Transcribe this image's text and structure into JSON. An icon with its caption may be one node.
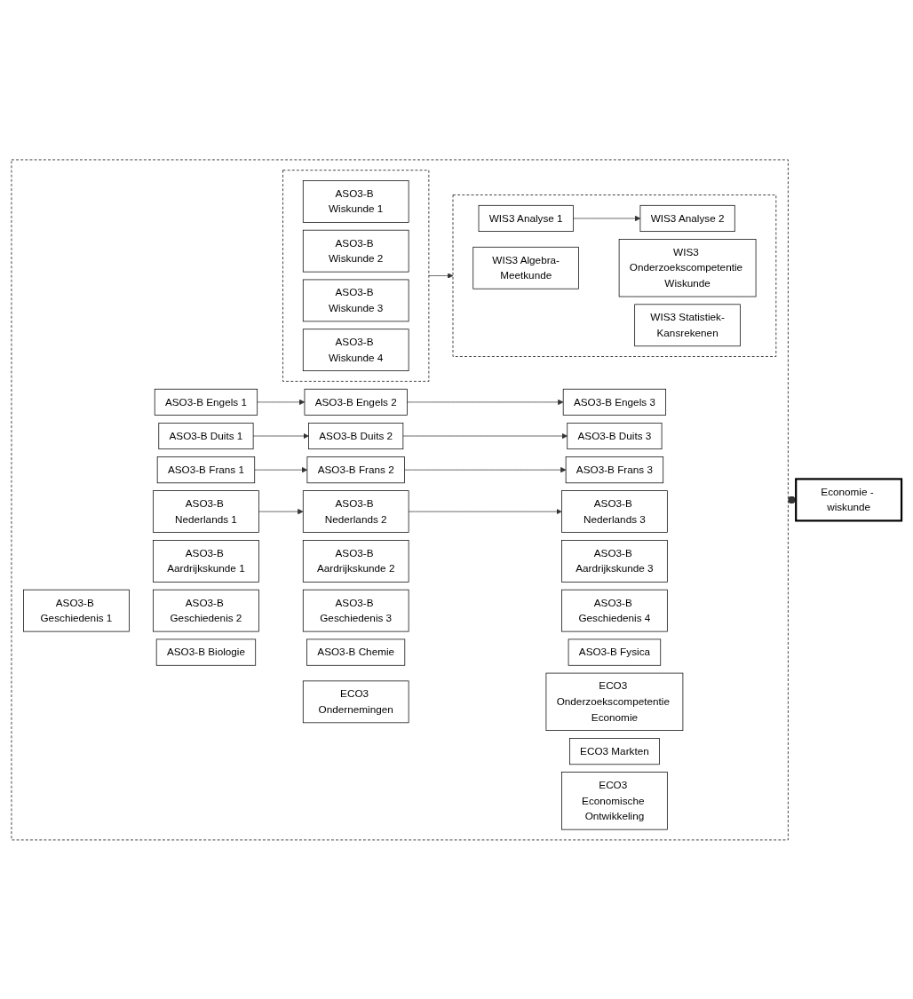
{
  "diagram": {
    "nodes": [
      {
        "text": [],
        "shape": "box"
      },
      {
        "text": [
          "ASO3-B Aardrijkskunde 1"
        ],
        "in": 0
      },
      {
        "text": [
          "ASO3-B Aardrijkskunde 2"
        ],
        "in": 0
      },
      {
        "text": [
          "ASO3-B Aardrijkskunde 3"
        ],
        "in": 0
      },
      {
        "text": [
          "ASO3-B Engels 1"
        ],
        "in": 0
      },
      {
        "text": [
          "ASO3-B Engels 2"
        ],
        "in": 0
      },
      {
        "text": [
          "ASO3-B Engels 3"
        ],
        "in": 0
      },
      {
        "text": [
          "ASO3-B Duits 1"
        ],
        "in": 0
      },
      {
        "text": [
          "ASO3-B Duits 2"
        ],
        "in": 0
      },
      {
        "text": [
          "ASO3-B Duits 3"
        ],
        "in": 0
      },
      {
        "text": [
          "ASO3-B Frans 1"
        ],
        "in": 0
      },
      {
        "text": [
          "ASO3-B Frans 2"
        ],
        "in": 0
      },
      {
        "text": [
          "ASO3-B Frans 3"
        ],
        "in": 0
      },
      {
        "text": [
          "ASO3-B Geschiedenis 1"
        ],
        "in": 0
      },
      {
        "text": [
          "ASO3-B Geschiedenis 2"
        ],
        "in": 0
      },
      {
        "text": [
          "ASO3-B Geschiedenis 3"
        ],
        "in": 0
      },
      {
        "text": [
          "ASO3-B Geschiedenis 4"
        ],
        "in": 0
      },
      {
        "text": [
          "ASO3-B Biologie"
        ],
        "in": 0
      },
      {
        "text": [
          "ASO3-B Chemie"
        ],
        "in": 0
      },
      {
        "text": [
          "ASO3-B Fysica"
        ],
        "in": 0
      },
      {
        "text": [
          "ASO3-B Nederlands 1"
        ],
        "in": 0
      },
      {
        "text": [
          "ASO3-B Nederlands 2"
        ],
        "in": 0
      },
      {
        "text": [
          "ASO3-B Nederlands 3"
        ],
        "in": 0
      },
      {
        "text": [
          "ECO3 Markten"
        ],
        "in": 0
      },
      {
        "text": [
          "ECO3 Ondernemingen"
        ],
        "in": 0
      },
      {
        "text": [
          "ECO3 Onderzoekscompetentie Economie"
        ],
        "in": 0
      },
      {
        "text": [
          "ECO3 Economische Ontwikkeling"
        ],
        "in": 0
      },
      {
        "text": [],
        "shape": "box",
        "in": 0
      },
      {
        "text": [
          "ASO3-B Wiskunde 1"
        ],
        "in": 27
      },
      {
        "text": [
          "ASO3-B Wiskunde 2"
        ],
        "in": 27
      },
      {
        "text": [
          "ASO3-B Wiskunde 3"
        ],
        "in": 27
      },
      {
        "text": [
          "ASO3-B Wiskunde 4"
        ],
        "in": 27
      },
      {
        "text": [],
        "shape": "box",
        "in": 0
      },
      {
        "text": [
          "WIS3 Algebra-Meetkunde"
        ],
        "in": 32
      },
      {
        "text": [
          "WIS3 Onderzoekscompetentie Wiskunde"
        ],
        "in": 32
      },
      {
        "text": [
          "WIS3 Analyse 1"
        ],
        "in": 32
      },
      {
        "text": [
          "WIS3 Analyse 2"
        ],
        "in": 32
      },
      {
        "text": [
          "WIS3 Statistiek-Kansrekenen"
        ],
        "in": 32
      },
      {
        "text": [
          "Economie - wiskunde"
        ]
      }
    ],
    "edges": [
      {
        "from": 4,
        "to": 5,
        "arrow": "to"
      },
      {
        "from": 5,
        "to": 6,
        "arrow": "to"
      },
      {
        "from": 7,
        "to": 8,
        "arrow": "to"
      },
      {
        "from": 8,
        "to": 9,
        "arrow": "to"
      },
      {
        "from": 10,
        "to": 11,
        "arrow": "to"
      },
      {
        "from": 11,
        "to": 12,
        "arrow": "to"
      },
      {
        "from": 20,
        "to": 21,
        "arrow": "to"
      },
      {
        "from": 21,
        "to": 22,
        "arrow": "to"
      },
      {
        "from": 35,
        "to": 36,
        "arrow": "to"
      },
      {
        "from": 27,
        "to": 32,
        "arrow": "to"
      },
      {
        "from": 0,
        "to": 38,
        "arrow": "other"
      }
    ]
  }
}
